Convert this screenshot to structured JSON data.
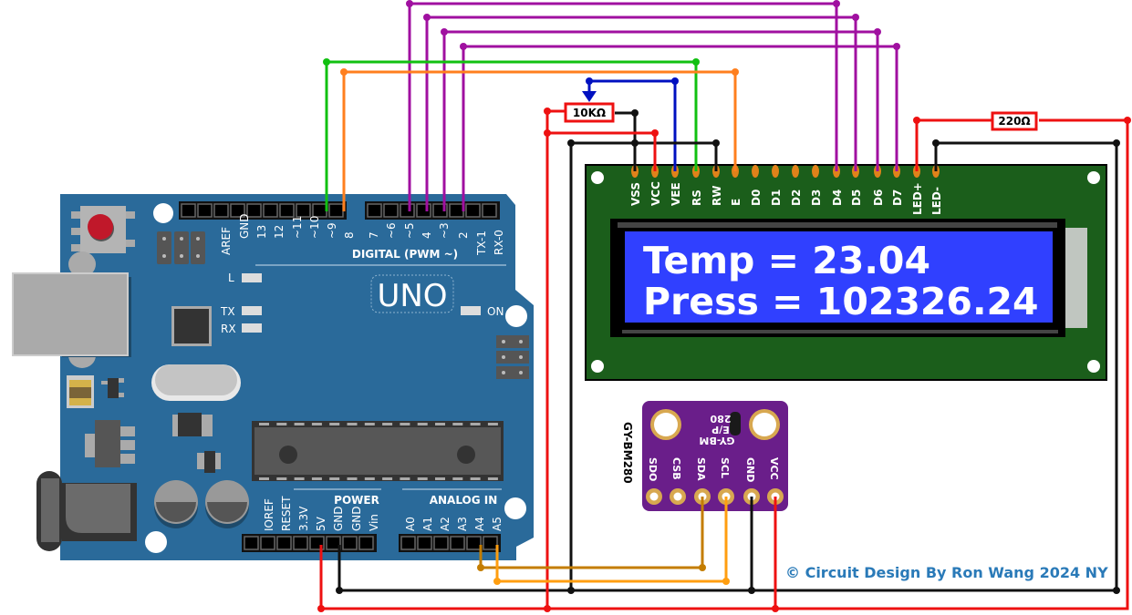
{
  "arduino": {
    "model_label": "UNO",
    "digital_header_label": "DIGITAL (PWM ~)",
    "power_header_label": "POWER",
    "analog_header_label": "ANALOG IN",
    "led_labels": {
      "l": "L",
      "tx": "TX",
      "rx": "RX",
      "on": "ON"
    },
    "digital_pins": [
      "AREF",
      "GND",
      "13",
      "12",
      "~11",
      "~10",
      "~9",
      "8",
      "7",
      "~6",
      "~5",
      "4",
      "~3",
      "2",
      "TX-1",
      "RX-0"
    ],
    "power_pins": [
      "IOREF",
      "RESET",
      "3.3V",
      "5V",
      "GND",
      "GND",
      "Vin"
    ],
    "analog_pins": [
      "A0",
      "A1",
      "A2",
      "A3",
      "A4",
      "A5"
    ],
    "colors": {
      "board": "#2a6a9a",
      "reset_button": "#c0182a"
    }
  },
  "lcd": {
    "pins": [
      "VSS",
      "VCC",
      "VEE",
      "RS",
      "RW",
      "E",
      "D0",
      "D1",
      "D2",
      "D3",
      "D4",
      "D5",
      "D6",
      "D7",
      "LED+",
      "LED-"
    ],
    "line1": "Temp = 23.04",
    "line2": "Press = 102326.24",
    "colors": {
      "pcb": "#1b5e1b",
      "screen": "#3040ff"
    }
  },
  "sensor": {
    "name": "GY-BM280",
    "silkscreen": [
      "GY-BM",
      "E/P",
      "280"
    ],
    "pins": [
      "SDO",
      "CSB",
      "SDA",
      "SCL",
      "GND",
      "VCC"
    ],
    "color": "#6a1e8a"
  },
  "components": {
    "potentiometer_label": "10KΩ",
    "resistor_label": "220Ω"
  },
  "wiring": [
    {
      "from": "Arduino ~9",
      "to": "LCD RS",
      "color": "#11c011"
    },
    {
      "from": "Arduino 8",
      "to": "LCD E",
      "color": "#ff7f1e"
    },
    {
      "from": "Arduino ~5",
      "to": "LCD D4",
      "color": "#a010a0"
    },
    {
      "from": "Arduino 4",
      "to": "LCD D5",
      "color": "#a010a0"
    },
    {
      "from": "Arduino ~3",
      "to": "LCD D6",
      "color": "#a010a0"
    },
    {
      "from": "Arduino 2",
      "to": "LCD D7",
      "color": "#a010a0"
    },
    {
      "from": "10KΩ wiper",
      "to": "LCD VEE",
      "color": "#0010c0"
    },
    {
      "from": "Arduino 5V",
      "to": "LCD VCC / LED+ (via 220Ω) / BME VCC",
      "color": "#ee1111"
    },
    {
      "from": "Arduino GND",
      "to": "LCD VSS / RW / LED- / BME GND",
      "color": "#111111"
    },
    {
      "from": "Arduino A4",
      "to": "BME SDA",
      "color": "#c47d00"
    },
    {
      "from": "Arduino A5",
      "to": "BME SCL",
      "color": "#ff9e10"
    }
  ],
  "credit": "© Circuit Design  By Ron Wang 2024 NY"
}
